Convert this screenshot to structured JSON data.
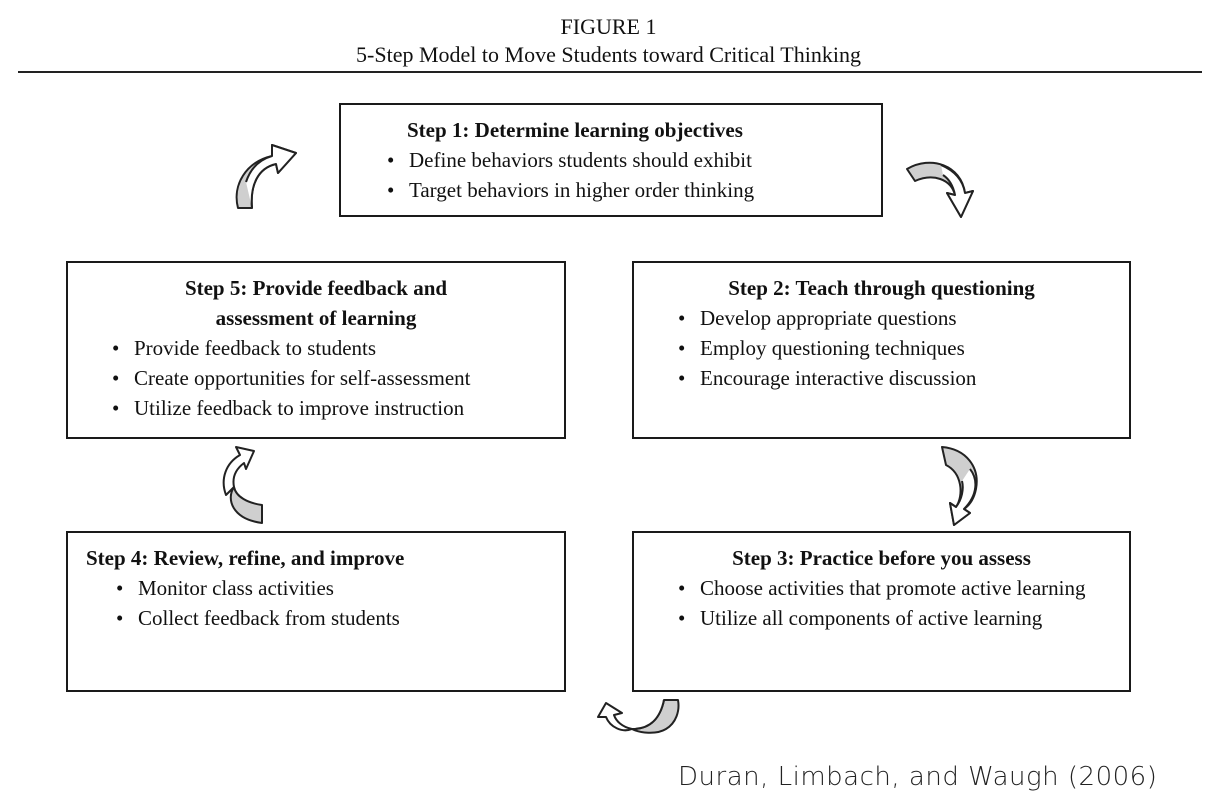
{
  "figure": {
    "label": "FIGURE 1",
    "title": "5-Step Model to Move Students toward Critical Thinking"
  },
  "steps": {
    "step1": {
      "heading": "Step 1:  Determine learning objectives",
      "bullets": [
        "Define behaviors students should exhibit",
        "Target behaviors in higher order thinking"
      ]
    },
    "step2": {
      "heading": "Step 2:  Teach through questioning",
      "bullets": [
        "Develop appropriate questions",
        "Employ questioning techniques",
        "Encourage interactive discussion"
      ]
    },
    "step3": {
      "heading": "Step 3:  Practice before you assess",
      "bullets": [
        "Choose activities that promote active learning",
        "Utilize all components of active learning"
      ]
    },
    "step4": {
      "heading": "Step 4:  Review, refine, and improve",
      "bullets": [
        "Monitor class activities",
        "Collect feedback from students"
      ]
    },
    "step5": {
      "heading_line1": "Step 5:  Provide feedback and",
      "heading_line2": "assessment of learning",
      "bullets": [
        "Provide feedback to students",
        "Create opportunities for self-assessment",
        "Utilize feedback to improve instruction"
      ]
    }
  },
  "arrows": {
    "fill": "#cfcfcf",
    "stroke": "#222222",
    "items": [
      {
        "id": "arrow-5-to-1",
        "icon": "curved-arrow-up-right-icon"
      },
      {
        "id": "arrow-1-to-2",
        "icon": "curved-arrow-down-right-icon"
      },
      {
        "id": "arrow-2-to-3",
        "icon": "curved-arrow-down-icon"
      },
      {
        "id": "arrow-3-to-4",
        "icon": "curved-arrow-left-icon"
      },
      {
        "id": "arrow-4-to-5",
        "icon": "curved-arrow-up-icon"
      }
    ]
  },
  "citation": "Duran, Limbach, and Waugh (2006)"
}
